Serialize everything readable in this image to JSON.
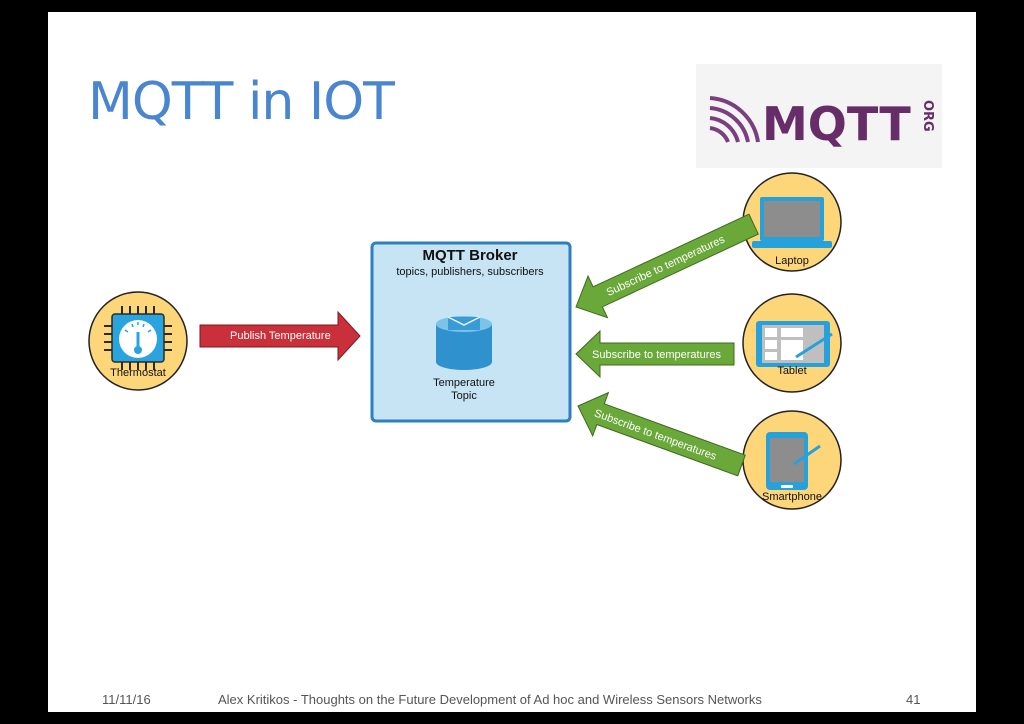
{
  "slide": {
    "title": "MQTT in IOT",
    "logo_text": "MQTT",
    "logo_suffix": "ORG"
  },
  "diagram": {
    "broker_title": "MQTT Broker",
    "broker_subtitle": "topics, publishers, subscribers",
    "topic_line1": "Temperature",
    "topic_line2": "Topic",
    "publisher_label": "Thermostat",
    "publish_arrow": "Publish Temperature",
    "subscribers": [
      {
        "label": "Laptop",
        "arrow": "Subscribe to temperatures"
      },
      {
        "label": "Tablet",
        "arrow": "Subscribe to temperatures"
      },
      {
        "label": "Smartphone",
        "arrow": "Subscribe to temperatures"
      }
    ],
    "colors": {
      "broker_fill": "#c6e4f4",
      "broker_stroke": "#2d7fc1",
      "node_fill": "#fdd67a",
      "publish_arrow": "#c9303a",
      "subscribe_arrow": "#6aa83a",
      "icon_blue": "#27a1dc"
    }
  },
  "footer": {
    "date": "11/11/16",
    "caption": "Alex Kritikos - Thoughts on the Future Development of Ad hoc and Wireless Sensors Networks",
    "page": "41"
  }
}
